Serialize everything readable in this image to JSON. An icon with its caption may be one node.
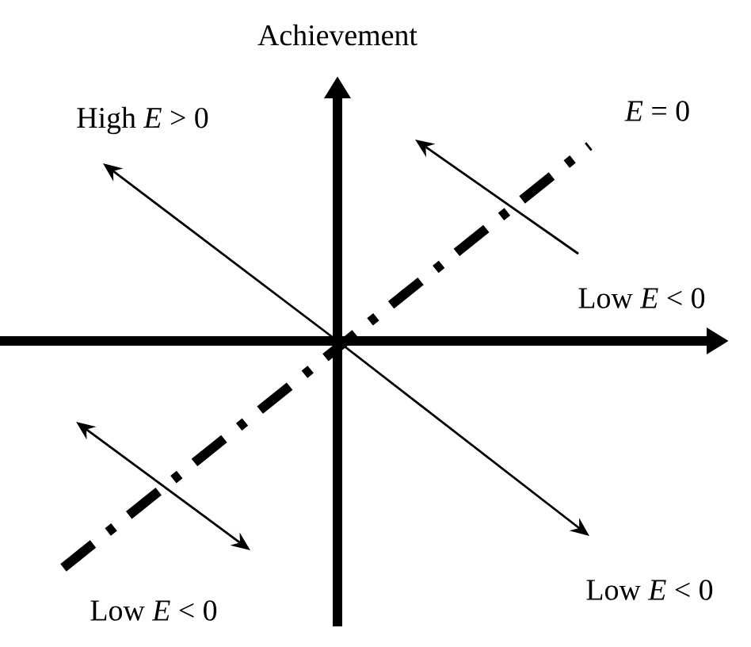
{
  "diagram": {
    "labels": [
      "Achievement",
      "High *E* > 0",
      "*E* = 0",
      "Low *E* < 0",
      "Low *E* < 0",
      "Low *E* < 0"
    ]
  }
}
